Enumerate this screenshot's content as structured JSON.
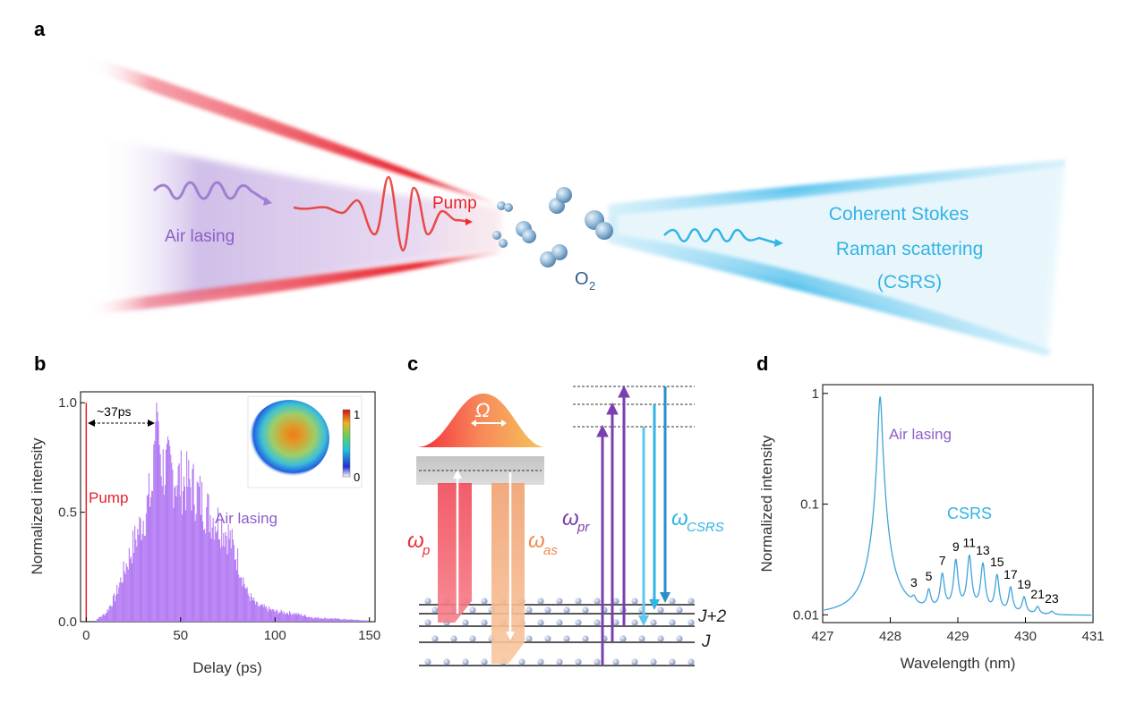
{
  "panel_a": {
    "label": "a",
    "air_lasing_label": "Air lasing",
    "pump_label": "Pump",
    "o2_label": "O",
    "o2_sub": "2",
    "csrs_line1": "Coherent Stokes",
    "csrs_line2": "Raman scattering",
    "csrs_line3": "(CSRS)",
    "colors": {
      "air_lasing": "#8e5fc8",
      "pump": "#e8202a",
      "csrs": "#33b3e6",
      "o2": "#2f5f8f"
    }
  },
  "panel_b": {
    "label": "b",
    "ylabel": "Normalized intensity",
    "xlabel": "Delay (ps)",
    "annotation": "~37ps",
    "pump_label": "Pump",
    "air_lasing_label": "Air lasing",
    "inset_max": "1",
    "inset_min": "0",
    "x_ticks": [
      "0",
      "50",
      "100",
      "150"
    ],
    "y_ticks": [
      "0.0",
      "0.5",
      "1.0"
    ]
  },
  "panel_c": {
    "label": "c",
    "omega": "Ω",
    "omega_p": "ω",
    "omega_p_sub": "p",
    "omega_as": "ω",
    "omega_as_sub": "as",
    "omega_pr": "ω",
    "omega_pr_sub": "pr",
    "omega_csrs": "ω",
    "omega_csrs_sub": "CSRS",
    "level_j2": "J+2",
    "level_j": "J"
  },
  "panel_d": {
    "label": "d",
    "ylabel": "Normalized intensity",
    "xlabel": "Wavelength (nm)",
    "air_lasing_label": "Air lasing",
    "csrs_label": "CSRS",
    "x_ticks": [
      "427",
      "428",
      "429",
      "430",
      "431"
    ],
    "y_ticks": [
      "1",
      "0.1",
      "0.01"
    ],
    "peak_labels": [
      "3",
      "5",
      "7",
      "9",
      "11",
      "13",
      "15",
      "17",
      "19",
      "21",
      "23"
    ]
  },
  "chart_data": [
    {
      "type": "bar",
      "panel": "b",
      "xlabel": "Delay (ps)",
      "ylabel": "Normalized intensity",
      "xlim": [
        -3,
        153
      ],
      "ylim": [
        0,
        1.05
      ],
      "series": [
        {
          "name": "Air lasing",
          "x": [
            5,
            10,
            15,
            20,
            25,
            30,
            35,
            37,
            40,
            45,
            50,
            55,
            60,
            65,
            70,
            75,
            80,
            85,
            90,
            100,
            110,
            120,
            130,
            140,
            150
          ],
          "values": [
            0.01,
            0.04,
            0.12,
            0.25,
            0.38,
            0.5,
            0.65,
            1.0,
            0.75,
            0.72,
            0.68,
            0.66,
            0.6,
            0.52,
            0.48,
            0.42,
            0.3,
            0.14,
            0.08,
            0.05,
            0.04,
            0.02,
            0.015,
            0.01,
            0.005
          ]
        },
        {
          "name": "Pump",
          "x": [
            0
          ],
          "values": [
            1.0
          ]
        }
      ]
    },
    {
      "type": "line",
      "panel": "d",
      "xlabel": "Wavelength (nm)",
      "ylabel": "Normalized intensity",
      "xlim": [
        427,
        431
      ],
      "ylim": [
        0.0085,
        1.2
      ],
      "log_y": true,
      "series": [
        {
          "name": "Air lasing",
          "x": [
            427.85
          ],
          "values": [
            0.92
          ]
        },
        {
          "name": "CSRS",
          "x": [
            428.35,
            428.57,
            428.77,
            428.97,
            429.17,
            429.37,
            429.58,
            429.78,
            429.98,
            430.18,
            430.39
          ],
          "values": [
            0.0115,
            0.015,
            0.022,
            0.03,
            0.033,
            0.028,
            0.022,
            0.017,
            0.014,
            0.0115,
            0.0105
          ]
        }
      ]
    }
  ]
}
